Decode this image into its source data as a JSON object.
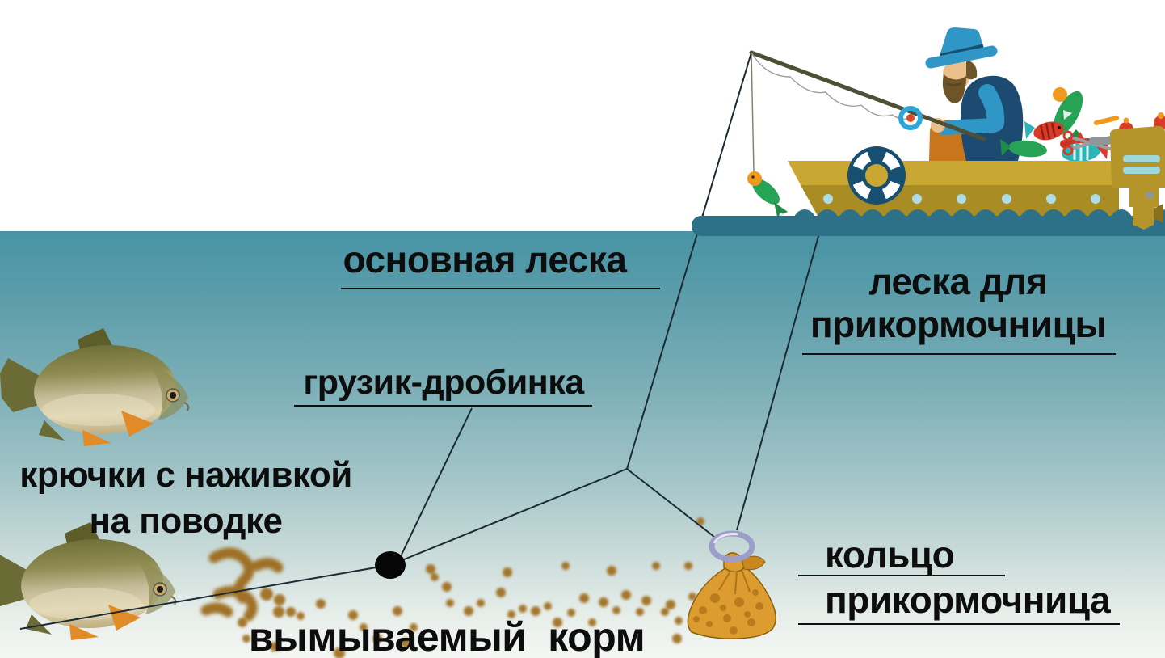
{
  "diagram": {
    "type": "fishing-rig-infographic",
    "labels": {
      "main_line": "основная леска",
      "split_shot": "грузик-дробинка",
      "hooks": "крючки с наживкой\nна поводке",
      "feeder_line": "леска для\nприкормочницы",
      "ring": "кольцо",
      "feeder": "прикормочница",
      "washed_food": "вымываемый  корм"
    },
    "colors": {
      "water_top": "#4793a5",
      "water_bottom": "#f4f6f3",
      "underwater_band": "#2d7189",
      "rig_line": "#1b2a33",
      "label_text": "#0d0d0d",
      "boat_yellow": "#c9a733",
      "boat_yellow_dark": "#a98d24",
      "lifebuoy_navy": "#174f71",
      "fisherman_blue": "#2f96c6",
      "fisherman_navy": "#1c4a70",
      "pants_orange": "#c8751c",
      "skin": "#e9bf8c",
      "beard": "#6e5429",
      "feeder_bag": "#dc9c30",
      "bag_speckle": "#b97c1d",
      "ring_metal": "#9a9ec9",
      "food_specks": "#a06d1e",
      "fish_green": "#27a355",
      "fish_red": "#d93b28",
      "fish_teal": "#2ab5b8",
      "reel_blue": "#2aa7dc",
      "motor_mustard": "#b5952a"
    }
  }
}
